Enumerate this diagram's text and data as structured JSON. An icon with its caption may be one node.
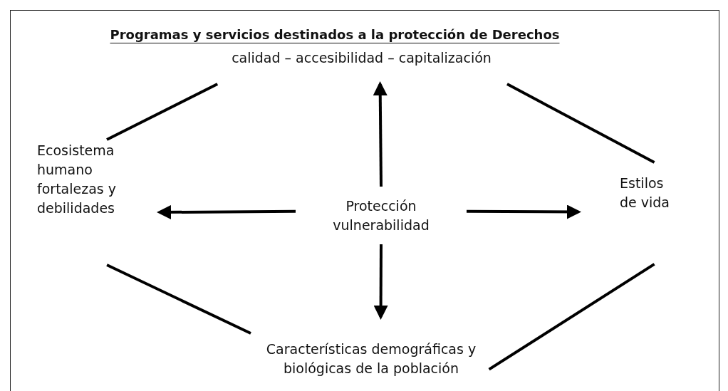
{
  "diagram": {
    "title": "Programas y servicios destinados a la protección de Derechos",
    "nodes": [
      {
        "text": [
          "calidad – accesibilidad – capitalización"
        ]
      },
      {
        "text": [
          "Ecosistema humano fortalezas y debilidades"
        ]
      },
      {
        "text": [
          "Protección vulnerabilidad"
        ]
      },
      {
        "text": [
          "Estilos de vida"
        ]
      },
      {
        "text": [
          "Características demográficas y biológicas de la población"
        ]
      }
    ],
    "edges": [
      {
        "from": 1,
        "to": 0,
        "arrow": "none"
      },
      {
        "from": 0,
        "to": 3,
        "arrow": "none"
      },
      {
        "from": 2,
        "to": 0,
        "arrow": "to"
      },
      {
        "from": 2,
        "to": 1,
        "arrow": "to"
      },
      {
        "from": 2,
        "to": 3,
        "arrow": "to"
      },
      {
        "from": 2,
        "to": 4,
        "arrow": "to"
      },
      {
        "from": 1,
        "to": 4,
        "arrow": "none"
      },
      {
        "from": 3,
        "to": 4,
        "arrow": "none"
      }
    ]
  }
}
